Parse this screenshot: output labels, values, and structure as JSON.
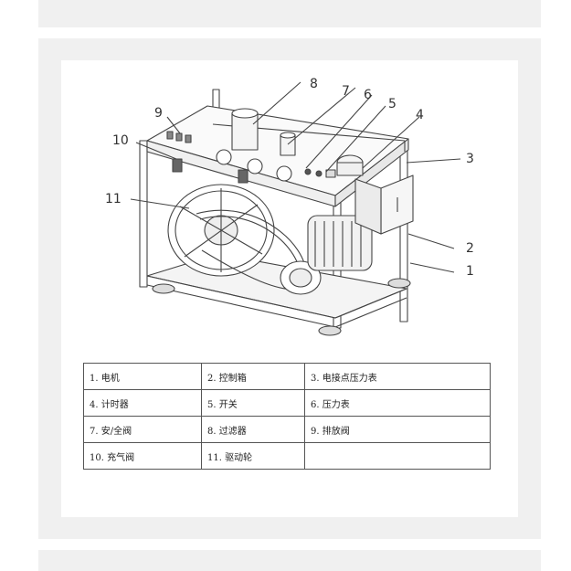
{
  "callouts": [
    "1",
    "2",
    "3",
    "4",
    "5",
    "6",
    "7",
    "8",
    "9",
    "10",
    "11"
  ],
  "legend": {
    "rows": [
      [
        "1. 电机",
        "2. 控制箱",
        "3. 电接点压力表"
      ],
      [
        "4. 计时器",
        "5. 开关",
        "6. 压力表"
      ],
      [
        "7. 安/全阀",
        "8. 过滤器",
        "9. 排放阀"
      ],
      [
        "10. 充气阀",
        "11. 驱动轮",
        ""
      ]
    ]
  }
}
